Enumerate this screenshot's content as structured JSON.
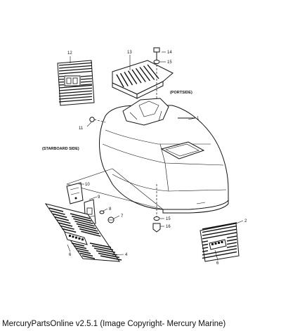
{
  "parts": {
    "p1": "1",
    "p2": "2",
    "p4": "4",
    "p6a": "6",
    "p6b": "6",
    "p7": "7",
    "p8": "8",
    "p9": "9",
    "p10": "10",
    "p11": "11",
    "p12": "12",
    "p13": "13",
    "p14": "14",
    "p15a": "15",
    "p15b": "15",
    "p16": "16"
  },
  "labels": {
    "portside": "(PORTSIDE)",
    "starboard": "(STARBOARD SIDE)"
  },
  "caption": "MercuryPartsOnline v2.5.1 (Image Copyright- Mercury Marine)"
}
